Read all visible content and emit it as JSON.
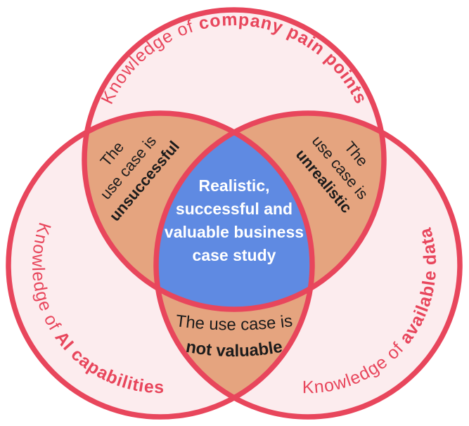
{
  "diagram": {
    "type": "venn-3-circles",
    "colors": {
      "outline": "#e8465c",
      "circle_fill": "#fcecee",
      "pair_overlap_fill": "#e5a47f",
      "center_overlap_fill": "#5f8ae2",
      "label_red": "#e8465c",
      "label_dark": "#1c1c1c",
      "label_light": "#ffffff"
    },
    "circle_labels": {
      "top": {
        "regular": "Knowledge of ",
        "bold": "company pain points"
      },
      "left": {
        "regular": "Knowledge of ",
        "bold": "AI capabilities"
      },
      "right": {
        "regular": "Knowledge of ",
        "bold": "available data"
      }
    },
    "overlap_labels": {
      "top_left": {
        "line1": "The",
        "line2": "use case is",
        "line3": "unsuccessful"
      },
      "top_right": {
        "line1": "The",
        "line2": "use case is",
        "line3": "unrealistic"
      },
      "bottom": {
        "line1": "The use case is",
        "line2": "not valuable"
      },
      "center": {
        "line1": "Realistic,",
        "line2": "successful and",
        "line3": "valuable business",
        "line4": "case study"
      }
    }
  }
}
